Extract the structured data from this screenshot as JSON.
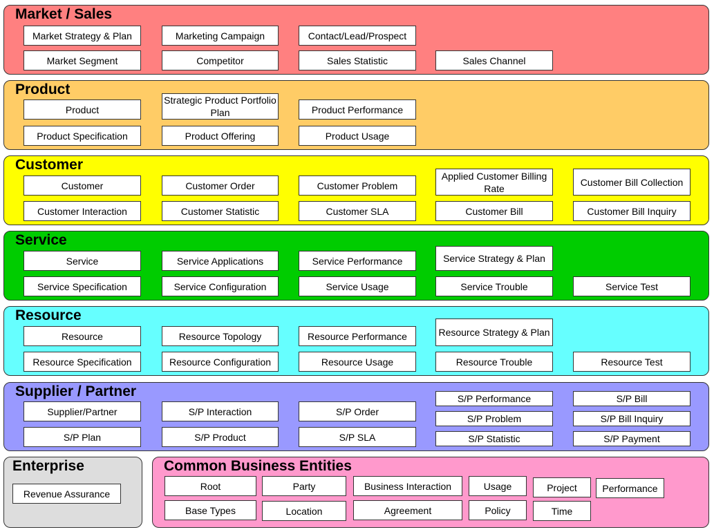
{
  "domains": {
    "market_sales": {
      "title": "Market / Sales",
      "color": "#ff8080",
      "entities": [
        "Market Strategy & Plan",
        "Marketing Campaign",
        "Contact/Lead/Prospect",
        "Market Segment",
        "Competitor",
        "Sales Statistic",
        "Sales Channel"
      ]
    },
    "product": {
      "title": "Product",
      "color": "#ffcc66",
      "entities": [
        "Product",
        "Strategic Product Portfolio Plan",
        "Product Performance",
        "Product Specification",
        "Product Offering",
        "Product Usage"
      ]
    },
    "customer": {
      "title": "Customer",
      "color": "#ffff00",
      "entities": [
        "Customer",
        "Customer Order",
        "Customer Problem",
        "Applied Customer Billing Rate",
        "Customer Bill Collection",
        "Customer Interaction",
        "Customer Statistic",
        "Customer SLA",
        "Customer Bill",
        "Customer Bill Inquiry"
      ]
    },
    "service": {
      "title": "Service",
      "color": "#00cc00",
      "entities": [
        "Service",
        "Service Applications",
        "Service Performance",
        "Service Strategy & Plan",
        "Service Specification",
        "Service Configuration",
        "Service Usage",
        "Service Trouble",
        "Service Test"
      ]
    },
    "resource": {
      "title": "Resource",
      "color": "#66ffff",
      "entities": [
        "Resource",
        "Resource Topology",
        "Resource Performance",
        "Resource Strategy & Plan",
        "Resource Specification",
        "Resource Configuration",
        "Resource Usage",
        "Resource Trouble",
        "Resource Test"
      ]
    },
    "supplier_partner": {
      "title": "Supplier / Partner",
      "color": "#9999ff",
      "entities": [
        "Supplier/Partner",
        "S/P Interaction",
        "S/P Order",
        "S/P Performance",
        "S/P Bill",
        "S/P Problem",
        "S/P Bill Inquiry",
        "S/P Plan",
        "S/P Product",
        "S/P SLA",
        "S/P Statistic",
        "S/P Payment"
      ]
    },
    "enterprise": {
      "title": "Enterprise",
      "color": "#dddddd",
      "entities": [
        "Revenue Assurance"
      ]
    },
    "common": {
      "title": "Common Business Entities",
      "color": "#ff99cc",
      "entities": [
        "Root",
        "Party",
        "Business Interaction",
        "Usage",
        "Project",
        "Performance",
        "Base Types",
        "Location",
        "Agreement",
        "Policy",
        "Time"
      ]
    }
  }
}
